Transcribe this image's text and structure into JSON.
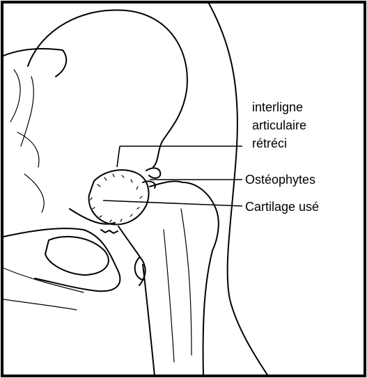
{
  "labels": {
    "joint_space_line1": "interligne",
    "joint_space_line2": "articulaire",
    "joint_space_line3": "rétréci",
    "osteophytes": "Ostéophytes",
    "worn_cartilage": "Cartilage usé"
  },
  "colors": {
    "ink": "#000000",
    "paper": "#ffffff"
  }
}
